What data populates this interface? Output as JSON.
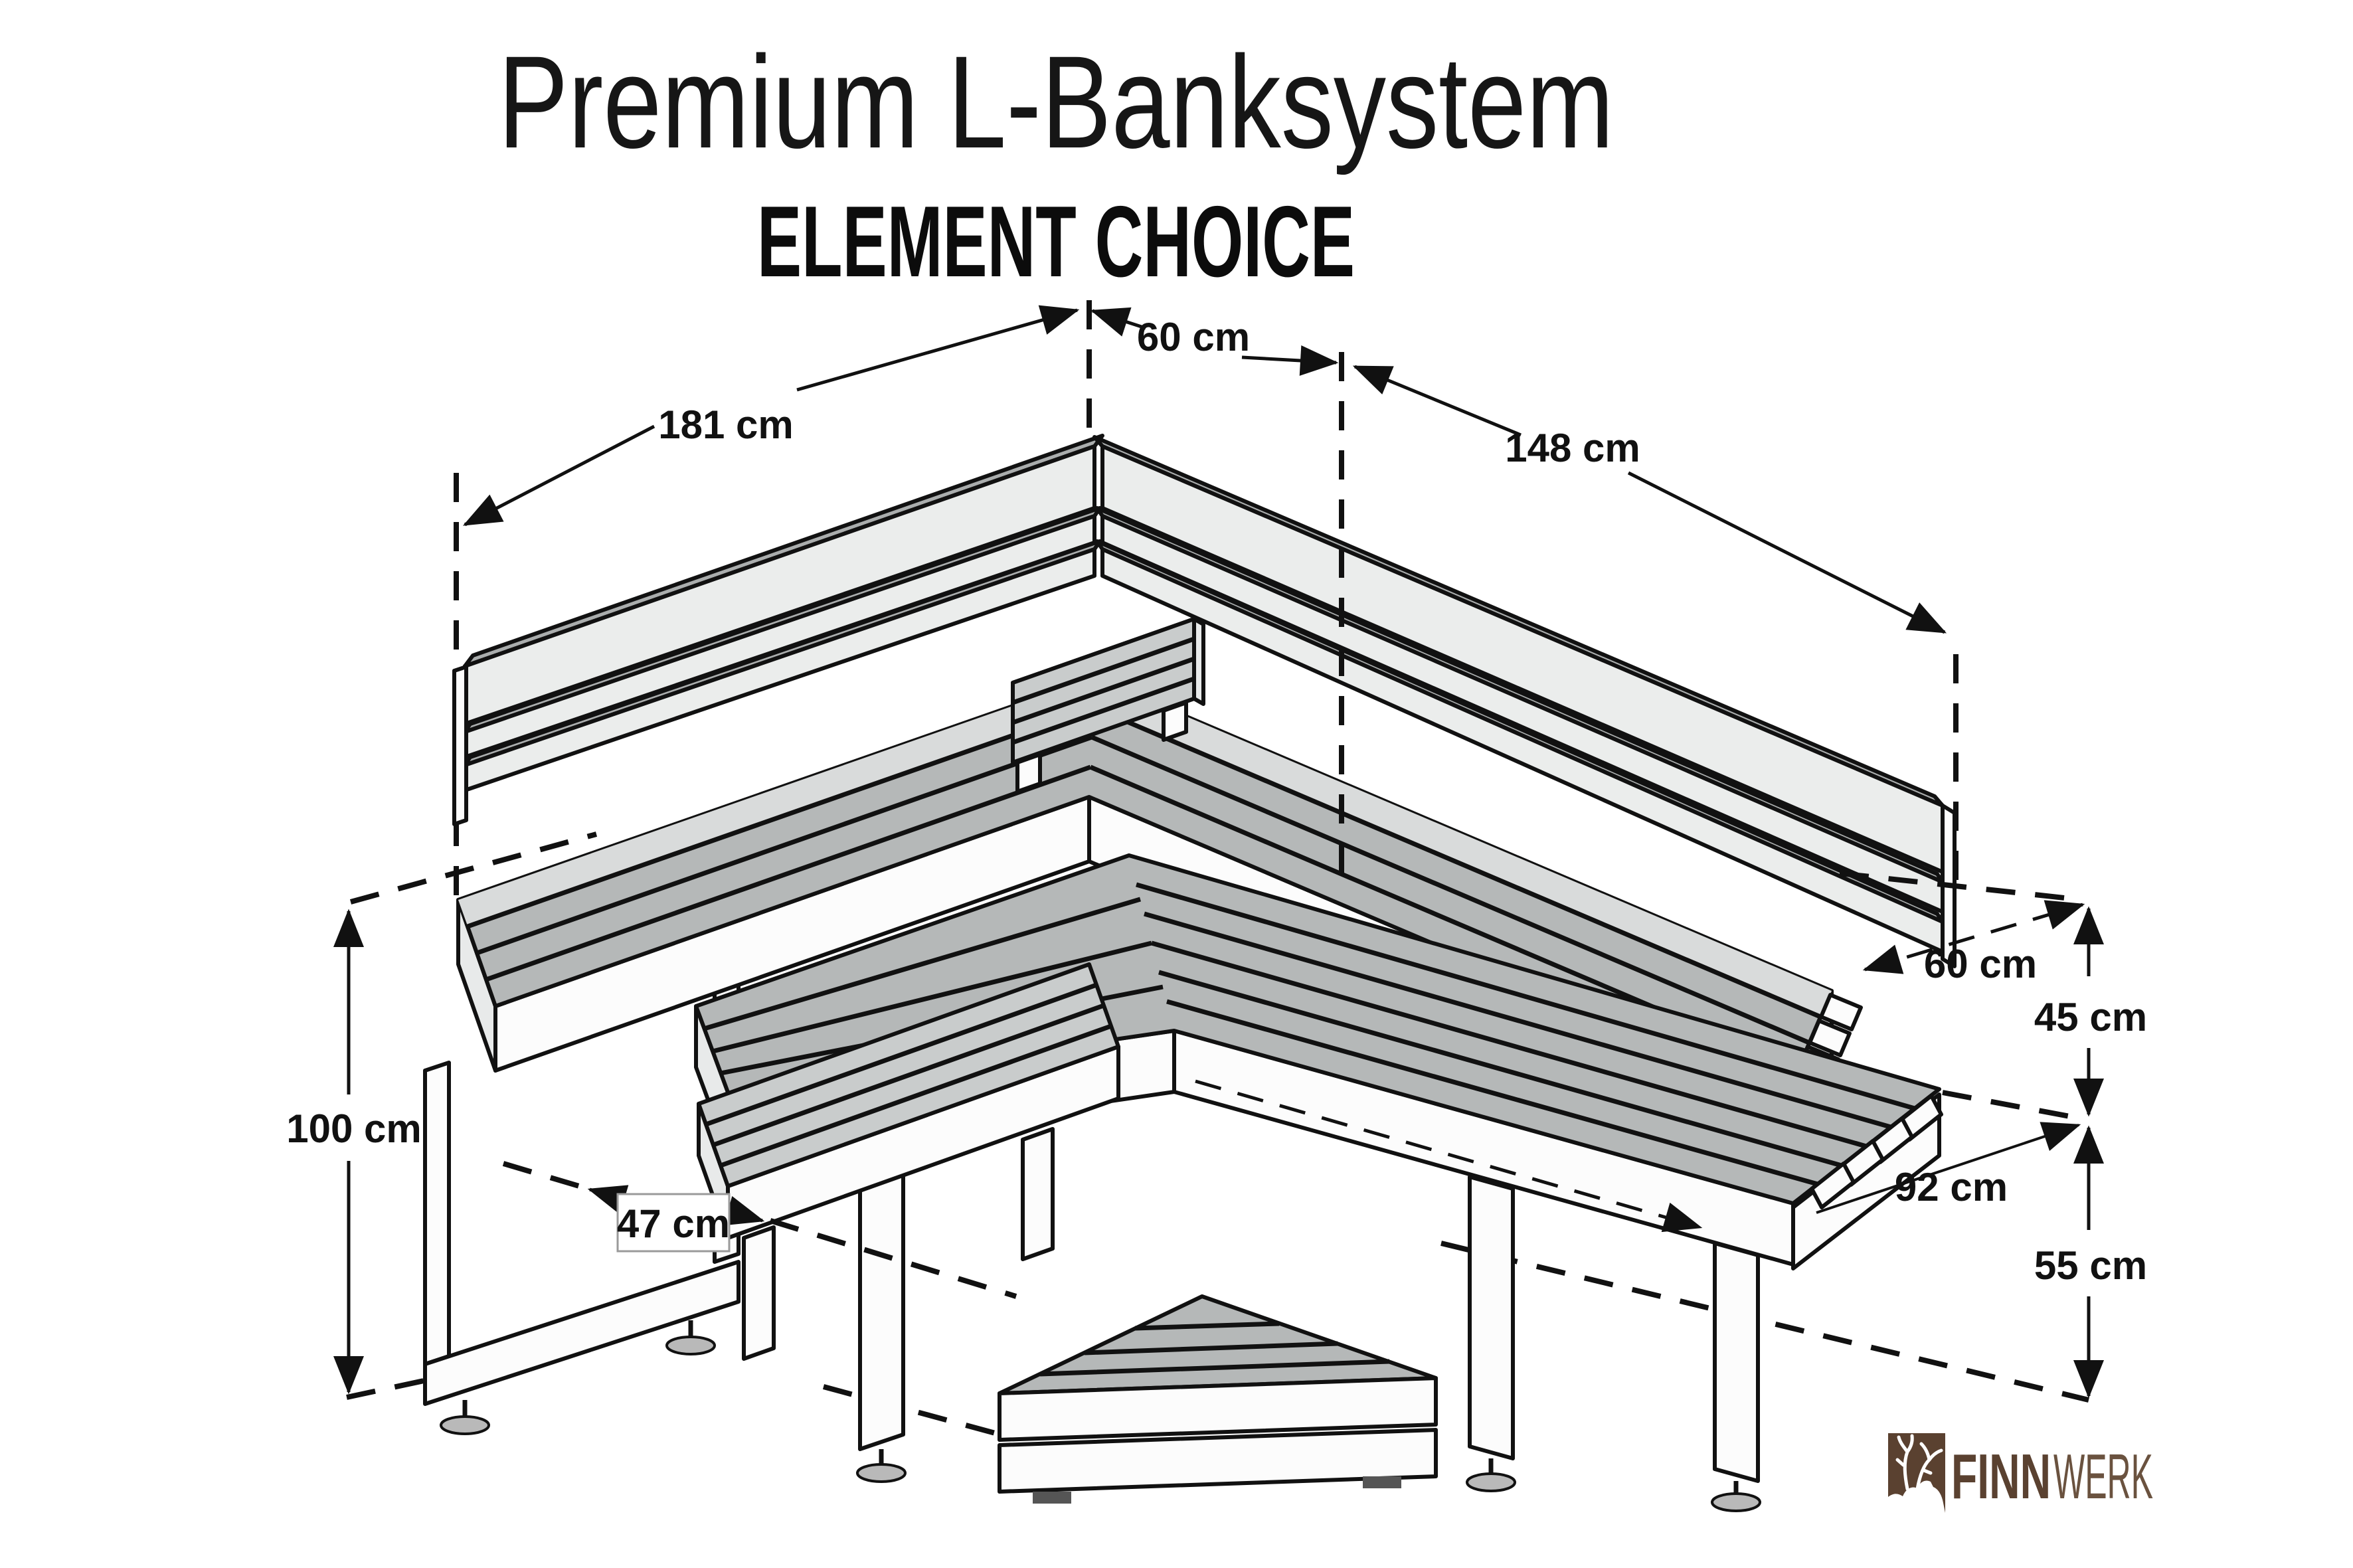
{
  "title": {
    "line1": "Premium L-Banksystem",
    "line2": "ELEMENT CHOICE"
  },
  "dimensions": {
    "back_width_total": "181 cm",
    "corner_width": "60 cm",
    "right_width": "148 cm",
    "height": "100 cm",
    "step_depth": "47 cm",
    "upper_bench_depth": "60 cm",
    "bench_level_gap": "45 cm",
    "lower_bench_width": "92 cm",
    "lower_bench_height": "55 cm"
  },
  "logo": {
    "part_bold": "FINN",
    "part_light": "WERK"
  },
  "colors": {
    "brand_brown": "#5a4130",
    "line": "#111111",
    "plank_gray": "#b5b8b8"
  }
}
